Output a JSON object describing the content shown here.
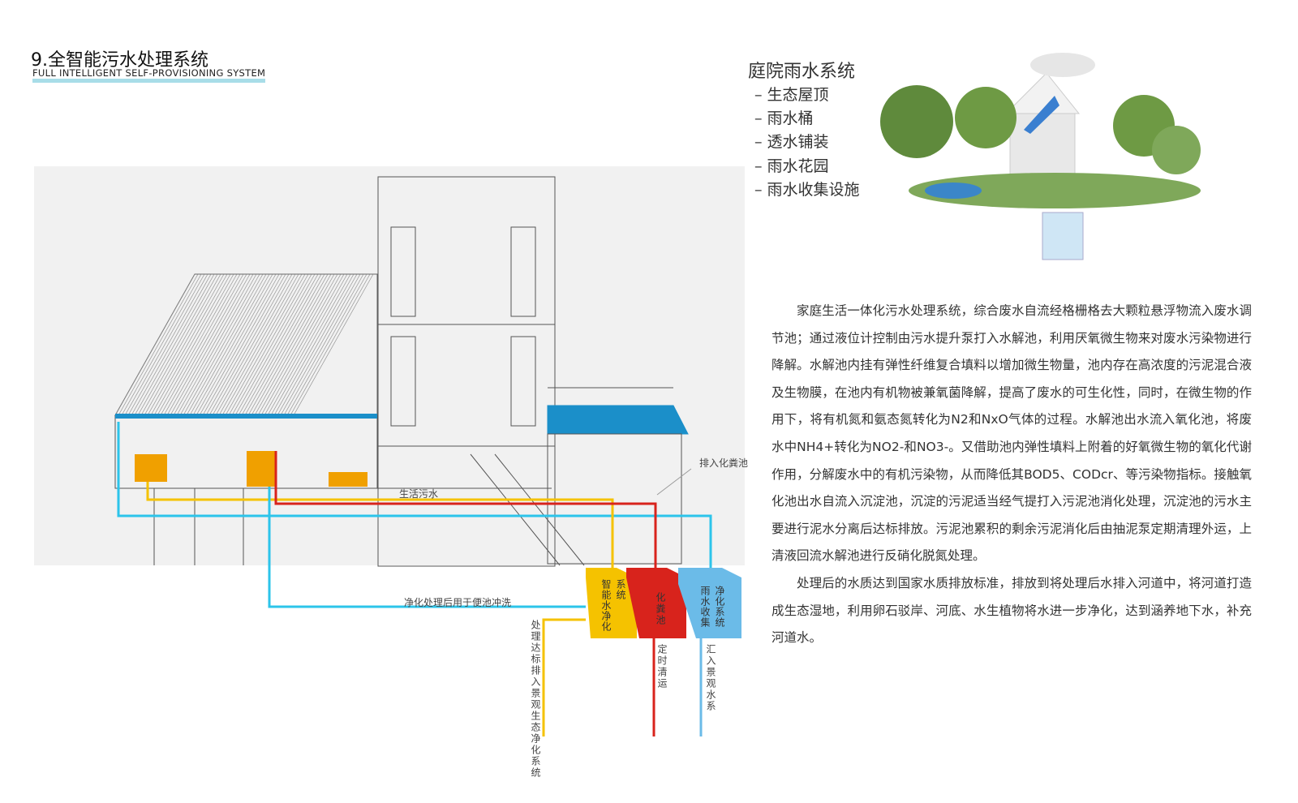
{
  "header": {
    "title": "9.全智能污水处理系统",
    "subtitle": "FULL INTELLIGENT SELF-PROVISIONING SYSTEM"
  },
  "rain_system": {
    "title": "庭院雨水系统",
    "items": [
      "– 生态屋顶",
      "– 雨水桶",
      "– 透水铺装",
      "– 雨水花园",
      "– 雨水收集设施"
    ]
  },
  "diagram": {
    "labels": {
      "domestic_sewage": "生活污水",
      "to_septic": "排入化粪池",
      "reuse": "净化处理后用于便池冲洗"
    },
    "boxes": {
      "smart": "系统智能水净化",
      "septic": "化粪池",
      "rain": "净化系统雨水收集"
    },
    "box_columns": {
      "smart": [
        "系统",
        "智能水净化"
      ],
      "rain": [
        "净化系统",
        "雨水收集"
      ]
    },
    "outflows": {
      "smart": "处理达标排入景观生态净化系统",
      "septic": "定时清运",
      "rain": "汇入景观水系"
    },
    "colors": {
      "yellow": "#f5c200",
      "red": "#d8231c",
      "blue": "#6bbbe8",
      "cyan": "#2cc4ea"
    }
  },
  "description": {
    "paragraphs": [
      "家庭生活一体化污水处理系统，综合废水自流经格栅格去大颗粒悬浮物流入废水调节池；通过液位计控制由污水提升泵打入水解池，利用厌氧微生物来对废水污染物进行降解。水解池内挂有弹性纤维复合填料以增加微生物量，池内存在高浓度的污泥混合液及生物膜，在池内有机物被兼氧菌降解，提高了废水的可生化性，同时，在微生物的作用下，将有机氮和氨态氮转化为N2和NxO气体的过程。水解池出水流入氧化池，将废水中NH4+转化为NO2-和NO3-。又借助池内弹性填料上附着的好氧微生物的氧化代谢作用，分解废水中的有机污染物，从而降低其BOD5、CODcr、等污染物指标。接触氧化池出水自流入沉淀池，沉淀的污泥适当经气提打入污泥池消化处理，沉淀池的污水主要进行泥水分离后达标排放。污泥池累积的剩余污泥消化后由抽泥泵定期清理外运，上清液回流水解池进行反硝化脱氮处理。",
      "处理后的水质达到国家水质排放标准，排放到将处理后水排入河道中，将河道打造成生态湿地，利用卵石驳岸、河底、水生植物将水进一步净化，达到涵养地下水，补充河道水。"
    ]
  }
}
